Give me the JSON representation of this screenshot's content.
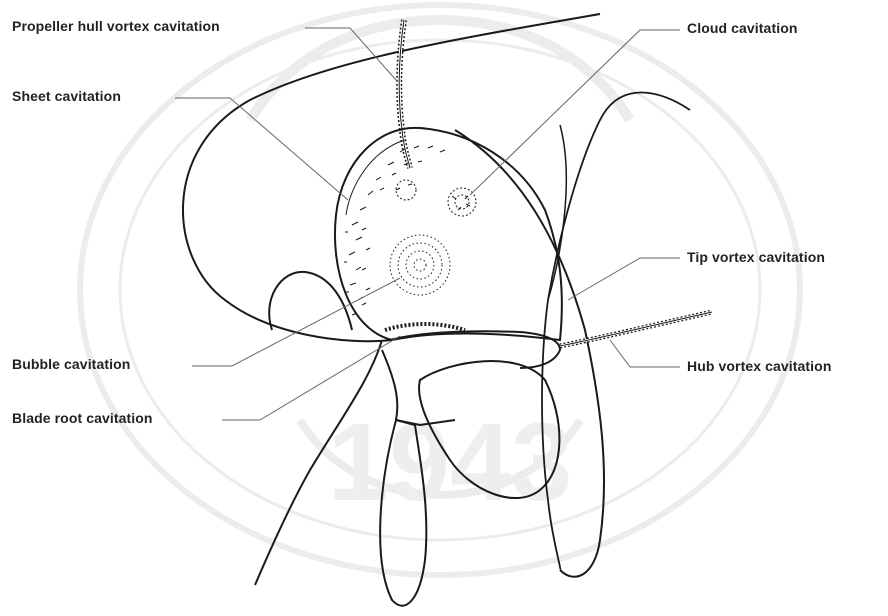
{
  "labels": {
    "propeller_hull_vortex": "Propeller hull vortex cavitation",
    "sheet": "Sheet cavitation",
    "bubble": "Bubble cavitation",
    "blade_root": "Blade root cavitation",
    "cloud": "Cloud cavitation",
    "tip_vortex": "Tip vortex cavitation",
    "hub_vortex": "Hub vortex cavitation"
  },
  "watermark": {
    "text": "1943",
    "color": "#e9e9e9"
  },
  "colors": {
    "line": "#1a1a1a",
    "leader": "#555555",
    "text": "#222222"
  }
}
